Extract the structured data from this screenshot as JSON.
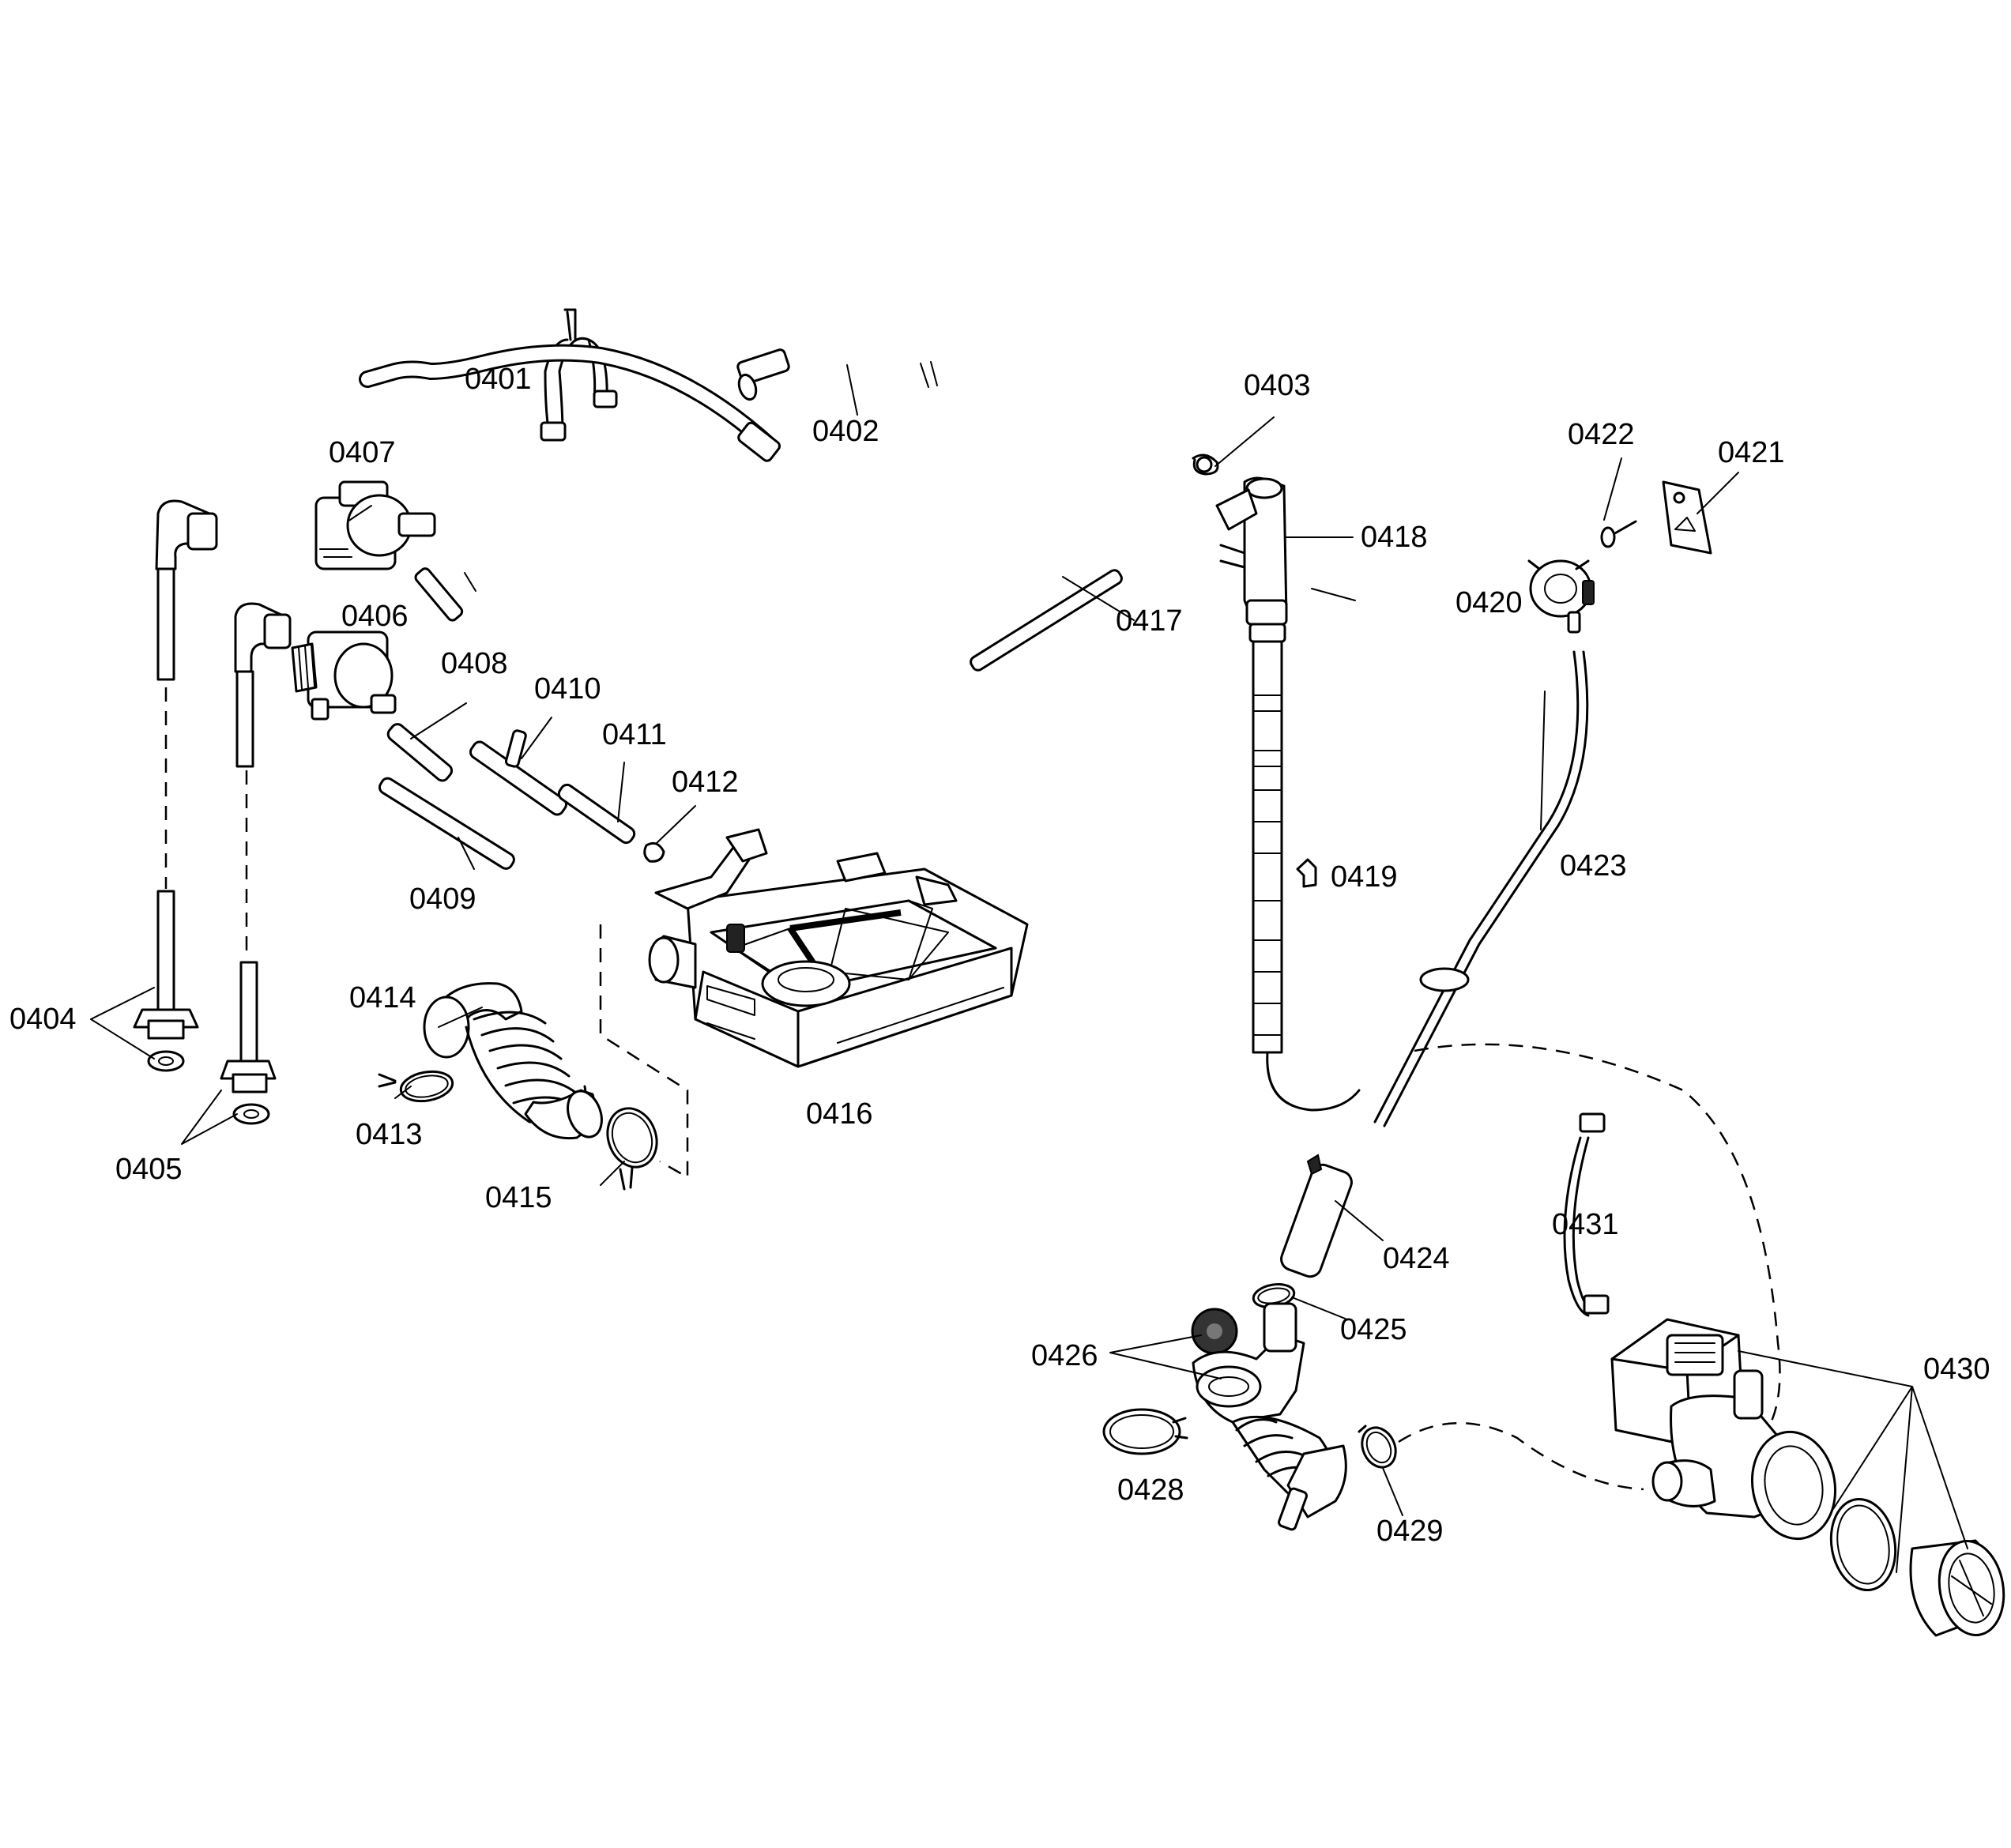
{
  "diagram": {
    "parts": [
      {
        "id": "0401",
        "label": "0401"
      },
      {
        "id": "0402",
        "label": "0402"
      },
      {
        "id": "0403",
        "label": "0403"
      },
      {
        "id": "0404",
        "label": "0404"
      },
      {
        "id": "0405",
        "label": "0405"
      },
      {
        "id": "0406",
        "label": "0406"
      },
      {
        "id": "0407",
        "label": "0407"
      },
      {
        "id": "0408",
        "label": "0408"
      },
      {
        "id": "0409",
        "label": "0409"
      },
      {
        "id": "0410",
        "label": "0410"
      },
      {
        "id": "0411",
        "label": "0411"
      },
      {
        "id": "0412",
        "label": "0412"
      },
      {
        "id": "0413",
        "label": "0413"
      },
      {
        "id": "0414",
        "label": "0414"
      },
      {
        "id": "0415",
        "label": "0415"
      },
      {
        "id": "0416",
        "label": "0416"
      },
      {
        "id": "0417",
        "label": "0417"
      },
      {
        "id": "0418",
        "label": "0418"
      },
      {
        "id": "0419",
        "label": "0419"
      },
      {
        "id": "0420",
        "label": "0420"
      },
      {
        "id": "0421",
        "label": "0421"
      },
      {
        "id": "0422",
        "label": "0422"
      },
      {
        "id": "0423",
        "label": "0423"
      },
      {
        "id": "0424",
        "label": "0424"
      },
      {
        "id": "0425",
        "label": "0425"
      },
      {
        "id": "0426",
        "label": "0426"
      },
      {
        "id": "0428",
        "label": "0428"
      },
      {
        "id": "0429",
        "label": "0429"
      },
      {
        "id": "0430",
        "label": "0430"
      },
      {
        "id": "0431",
        "label": "0431"
      }
    ]
  }
}
